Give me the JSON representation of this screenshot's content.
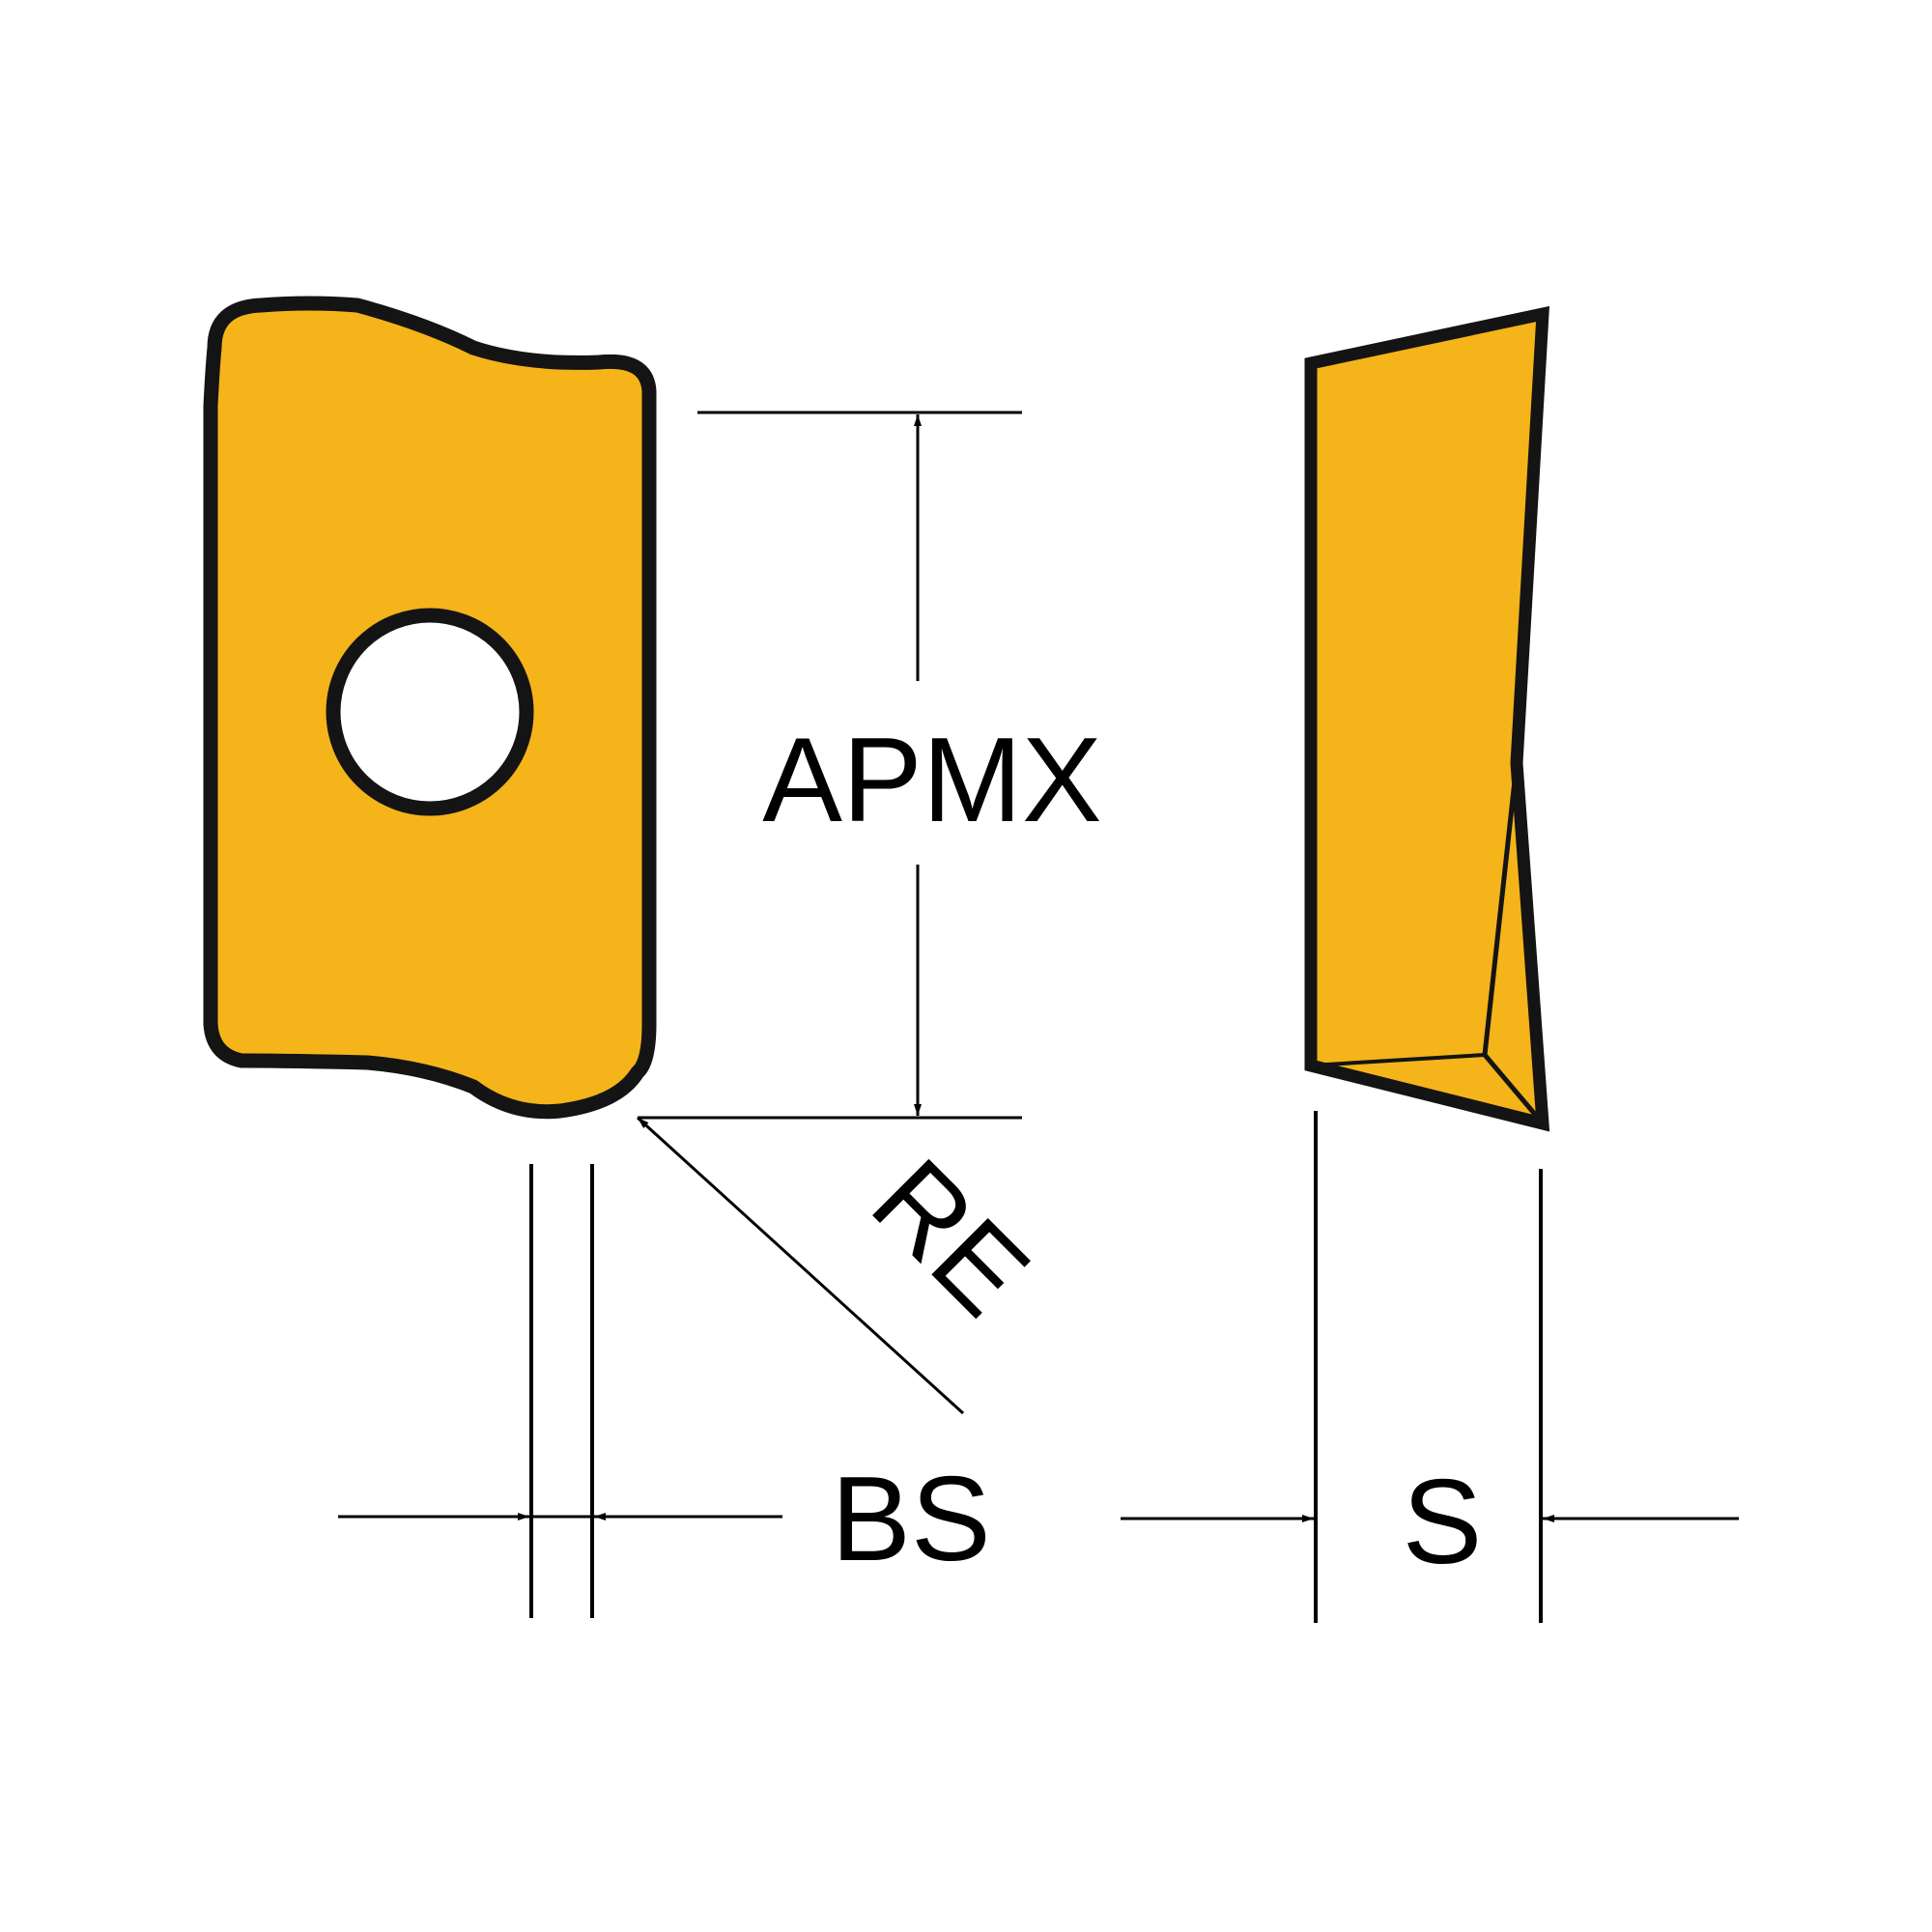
{
  "labels": {
    "apmx": "APMX",
    "re": "RE",
    "bs": "BS",
    "s": "S"
  },
  "colors": {
    "insert_fill": "#F4B41A",
    "outline": "#141414",
    "dimension_line": "#000000",
    "background": "#FFFFFF"
  }
}
